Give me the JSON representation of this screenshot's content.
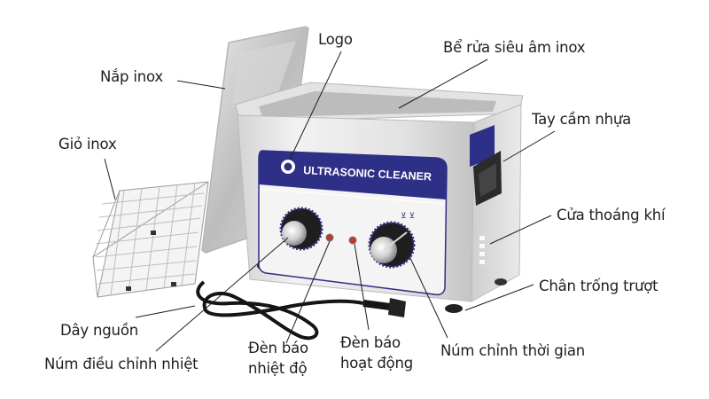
{
  "figure": {
    "subject": "Ultrasonic cleaner",
    "panel_text": "ULTRASONIC CLEANER",
    "colors": {
      "panel_blue": "#2e2f86",
      "steel_light": "#ececec",
      "steel_mid": "#c9c9c9",
      "steel_dark": "#9c9c9c",
      "handle": "#2b2b2b",
      "cable": "#151515",
      "indicator_red": "#c0392b",
      "leader_line": "#1e1e1e"
    }
  },
  "labels": {
    "logo": "Logo",
    "lid": "Nắp inox",
    "tank": "Bể rửa siêu âm inox",
    "basket": "Giỏ inox",
    "handle": "Tay cầm nhựa",
    "vent": "Cửa thoáng khí",
    "feet": "Chân trống trượt",
    "power_cord": "Dây nguồn",
    "temp_knob": "Núm điều chỉnh nhiệt",
    "temp_light_1": "Đèn báo",
    "temp_light_2": "nhiệt độ",
    "work_light_1": "Đèn báo",
    "work_light_2": "hoạt động",
    "timer_knob": "Núm chỉnh thời gian"
  }
}
